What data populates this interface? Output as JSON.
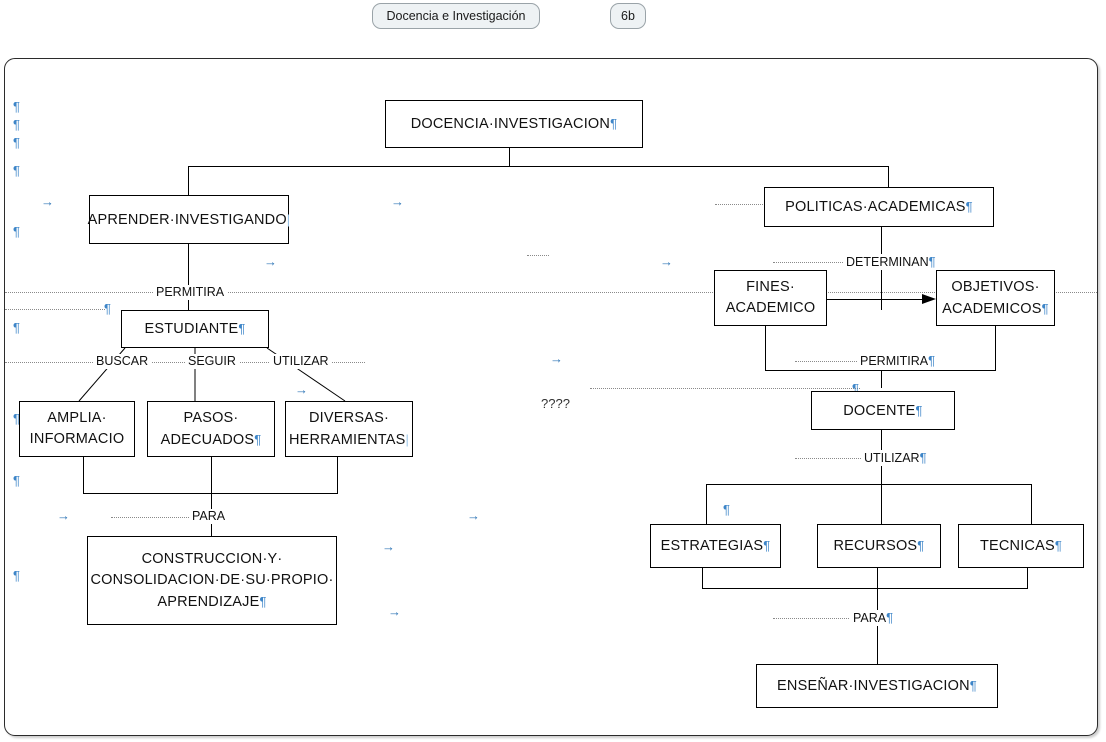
{
  "header": {
    "title_pill": "Docencia e Investigación",
    "page_pill": "6b"
  },
  "diagram": {
    "root": {
      "text": "DOCENCIA·INVESTIGACION",
      "mark": "¶"
    },
    "left_branch": {
      "top": {
        "text": "APRENDER·INVESTIGANDO",
        "mark": "|"
      },
      "link_permitira": "PERMITIRA",
      "student": {
        "text": "ESTUDIANTE",
        "mark": "¶"
      },
      "verbs": [
        "BUSCAR",
        "SEGUIR",
        "UTILIZAR"
      ],
      "items": [
        {
          "line1": "AMPLIA·",
          "line2": "INFORMACIO",
          "mark": ""
        },
        {
          "line1": "PASOS·",
          "line2": "ADECUADOS",
          "mark": "¶"
        },
        {
          "line1": "DIVERSAS·",
          "line2": "HERRAMIENTAS",
          "mark": "|"
        }
      ],
      "link_para": "PARA",
      "result": {
        "line1": "CONSTRUCCION·Y·",
        "line2": "CONSOLIDACION·DE·SU·PROPIO·",
        "line3": "APRENDIZAJE",
        "mark": "¶"
      }
    },
    "right_branch": {
      "top": {
        "text": "POLITICAS·ACADEMICAS",
        "mark": "¶"
      },
      "link_determinan": {
        "text": "DETERMINAN",
        "mark": "¶"
      },
      "fines": {
        "line1": "FINES·",
        "line2": "ACADEMICO",
        "mark": ""
      },
      "objetivos": {
        "line1": "OBJETIVOS·",
        "line2": "ACADEMICOS",
        "mark": "¶"
      },
      "link_permitira": {
        "text": "PERMITIRA",
        "mark": "¶"
      },
      "unknown_label": "????",
      "docente": {
        "text": "DOCENTE",
        "mark": "¶"
      },
      "link_utilizar": {
        "text": "UTILIZAR",
        "mark": "¶"
      },
      "tools": [
        {
          "text": "ESTRATEGIAS",
          "mark": "¶"
        },
        {
          "text": "RECURSOS",
          "mark": "¶"
        },
        {
          "text": "TECNICAS",
          "mark": "¶"
        }
      ],
      "link_para": {
        "text": "PARA",
        "mark": "¶"
      },
      "result": {
        "text": "ENSEÑAR·INVESTIGACION",
        "mark": "¶"
      }
    },
    "formatting_marks": {
      "pilcrow": "¶",
      "tab_arrow": "→"
    },
    "colors": {
      "mark_blue": "#3d85c8",
      "tab_blue": "#2e75b6",
      "node_border": "#000000",
      "pill_bg": "#eef2f4",
      "pill_border": "#9aa3a8"
    }
  }
}
